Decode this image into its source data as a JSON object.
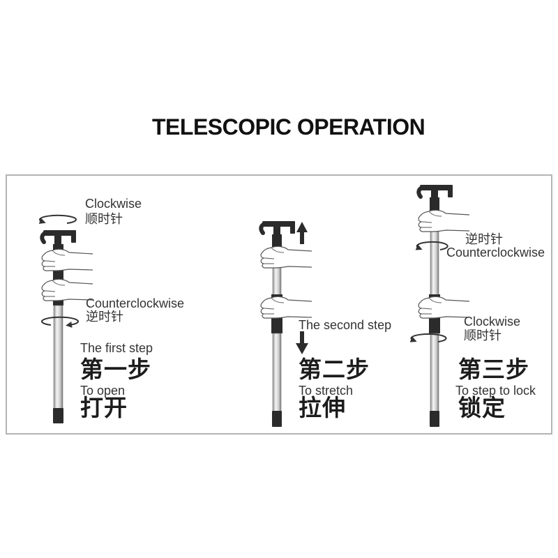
{
  "title": "TELESCOPIC OPERATION",
  "steps": [
    {
      "rotate_top": {
        "en": "Clockwise",
        "zh": "顺时针"
      },
      "rotate_bottom": {
        "en": "Counterclockwise",
        "zh": "逆时针"
      },
      "step_en": "The first step",
      "step_zh": "第一步",
      "action_en": "To open",
      "action_zh": "打开"
    },
    {
      "step_en": "The second step",
      "step_zh": "第二步",
      "action_en": "To stretch",
      "action_zh": "拉伸"
    },
    {
      "rotate_top": {
        "zh": "逆时针",
        "en": "Counterclockwise"
      },
      "rotate_bottom": {
        "en": "Clockwise",
        "zh": "顺时针"
      },
      "step_zh": "第三步",
      "action_en": "To step to lock",
      "action_zh": "锁定"
    }
  ],
  "icons": {
    "rotate_clockwise": "rotate-clockwise-icon",
    "rotate_counterclockwise": "rotate-counterclockwise-icon",
    "arrow_up": "arrow-up-icon",
    "arrow_down": "arrow-down-icon",
    "hand": "hand-icon",
    "handle": "pole-handle-icon"
  },
  "colors": {
    "text": "#333333",
    "heading": "#111111",
    "frame_border": "#b4b4b4",
    "grip": "#2b2b2b",
    "tube": "#cfcfcf"
  }
}
